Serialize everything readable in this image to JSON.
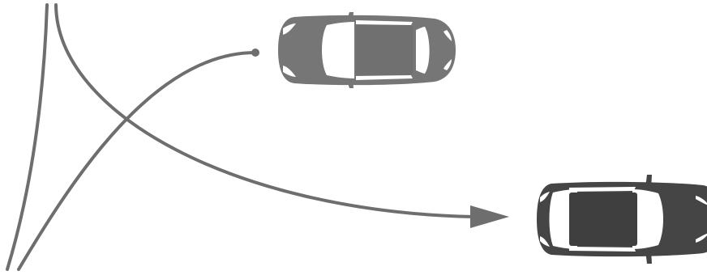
{
  "diagram": {
    "colors": {
      "background": "#ffffff",
      "path_stroke": "#6e6e6e",
      "car_grey_body": "#767676",
      "car_grey_roof": "#707070",
      "car_dark_body": "#454545",
      "car_dark_roof": "#3f3f3f",
      "glass": "#ffffff"
    },
    "elements": {
      "cars": [
        "car-grey-icon",
        "car-dark-icon"
      ],
      "paths": [
        "trajectory-to-grey-car",
        "trajectory-to-dark-car"
      ],
      "markers": [
        "path-end-dot",
        "direction-arrowhead"
      ]
    }
  }
}
